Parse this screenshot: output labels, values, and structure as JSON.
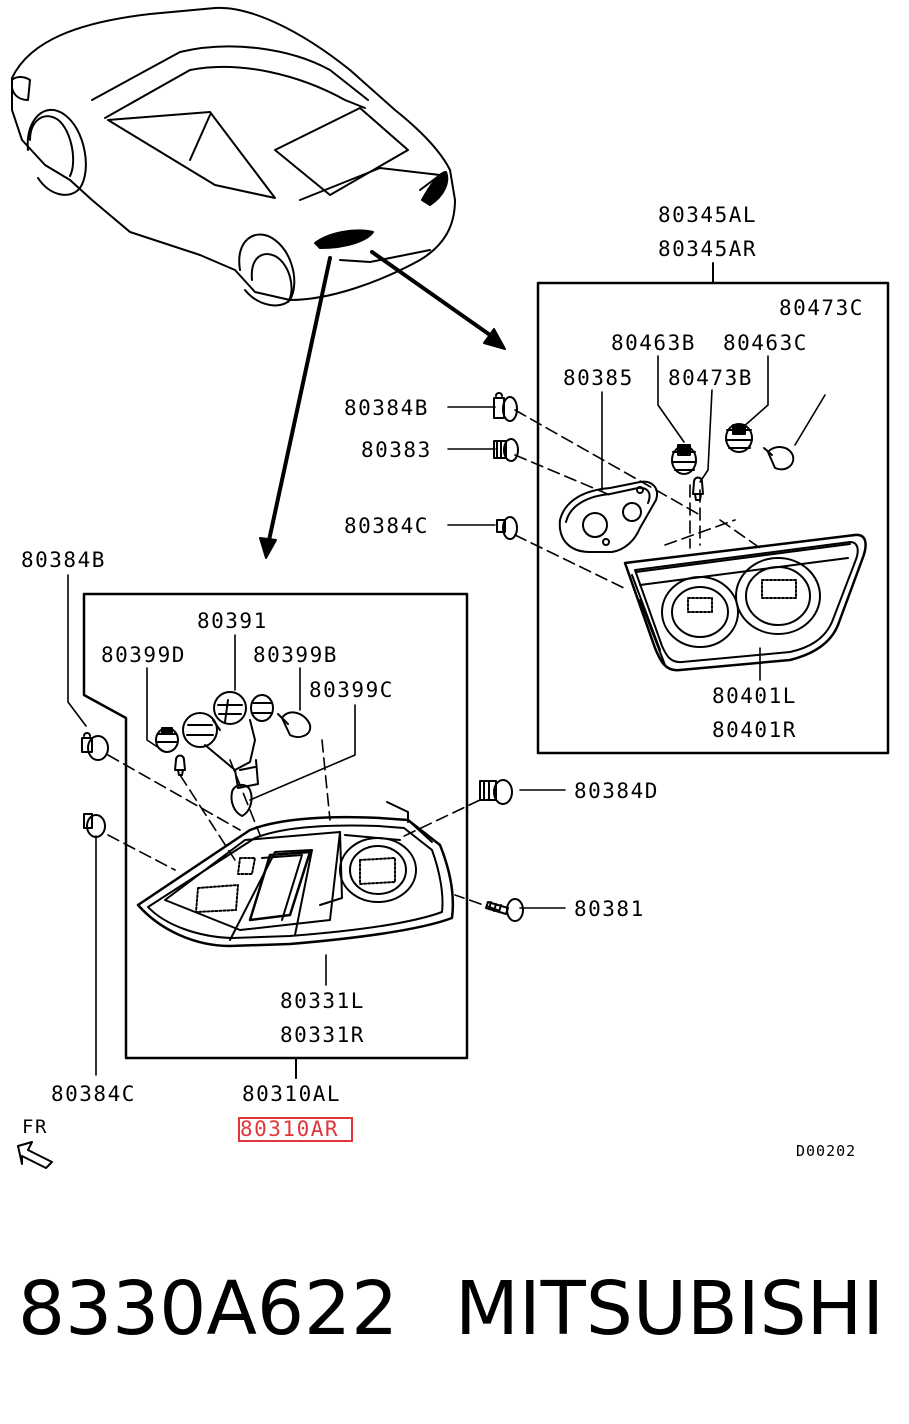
{
  "diagram": {
    "labels": {
      "kit_inner": "80345AL",
      "kit_inner_r": "80345AR",
      "c80473c": "80473C",
      "c80463b": "80463B",
      "c80463c": "80463C",
      "c80385": "80385",
      "c80473b": "80473B",
      "c80384b_top": "80384B",
      "c80383": "80383",
      "c80384c_top": "80384C",
      "c80401l": "80401L",
      "c80401r": "80401R",
      "c80384b_left": "80384B",
      "c80391": "80391",
      "c80399d": "80399D",
      "c80399b": "80399B",
      "c80399c": "80399C",
      "c80384d": "80384D",
      "c80381": "80381",
      "c80331l": "80331L",
      "c80331r": "80331R",
      "c80384c_bottom": "80384C",
      "c80310al": "80310AL",
      "c80310ar": "80310AR",
      "fr": "FR",
      "drawing_code": "D00202"
    },
    "highlighted_part": "80310AR",
    "highlight_color": "#e0353b"
  },
  "footer": {
    "part_number": "8330A622",
    "brand": "MITSUBISHI"
  }
}
